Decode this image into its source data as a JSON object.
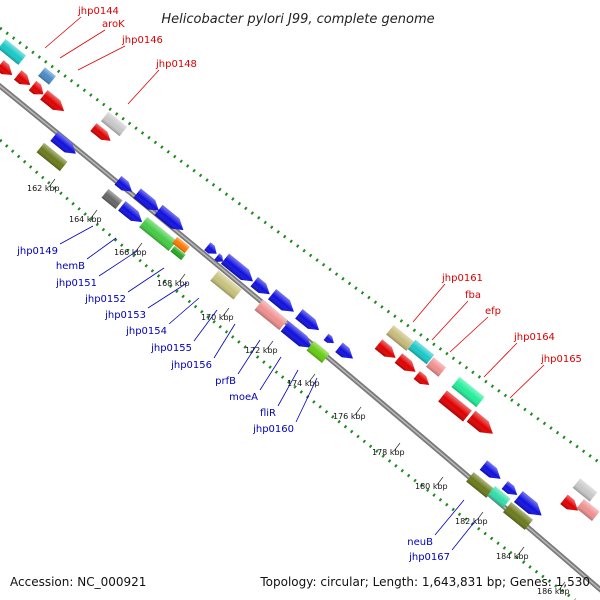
{
  "title": "Helicobacter pylori J99, complete genome",
  "footer": {
    "accession": "Accession: NC_000921",
    "summary": "Topology: circular; Length: 1,643,831 bp; Genes: 1,530"
  },
  "colors": {
    "backbone": "#888888",
    "tick": "#1e8a1e",
    "forward_label": "#dd0000",
    "reverse_label": "#0000bb"
  },
  "scale_labels": [
    "162 kbp",
    "164 kbp",
    "166 kbp",
    "168 kbp",
    "170 kbp",
    "172 kbp",
    "174 kbp",
    "176 kbp",
    "178 kbp",
    "180 kbp",
    "182 kbp",
    "184 kbp",
    "186 kbp"
  ],
  "forward_labels": [
    "jhp0144",
    "aroK",
    "jhp0146",
    "jhp0148",
    "jhp0161",
    "fba",
    "efp",
    "jhp0164",
    "jhp0165"
  ],
  "reverse_labels": [
    "jhp0149",
    "hemB",
    "jhp0151",
    "jhp0152",
    "jhp0153",
    "jhp0154",
    "jhp0155",
    "jhp0156",
    "prfB",
    "moeA",
    "fliR",
    "jhp0160",
    "neuB",
    "jhp0167"
  ]
}
